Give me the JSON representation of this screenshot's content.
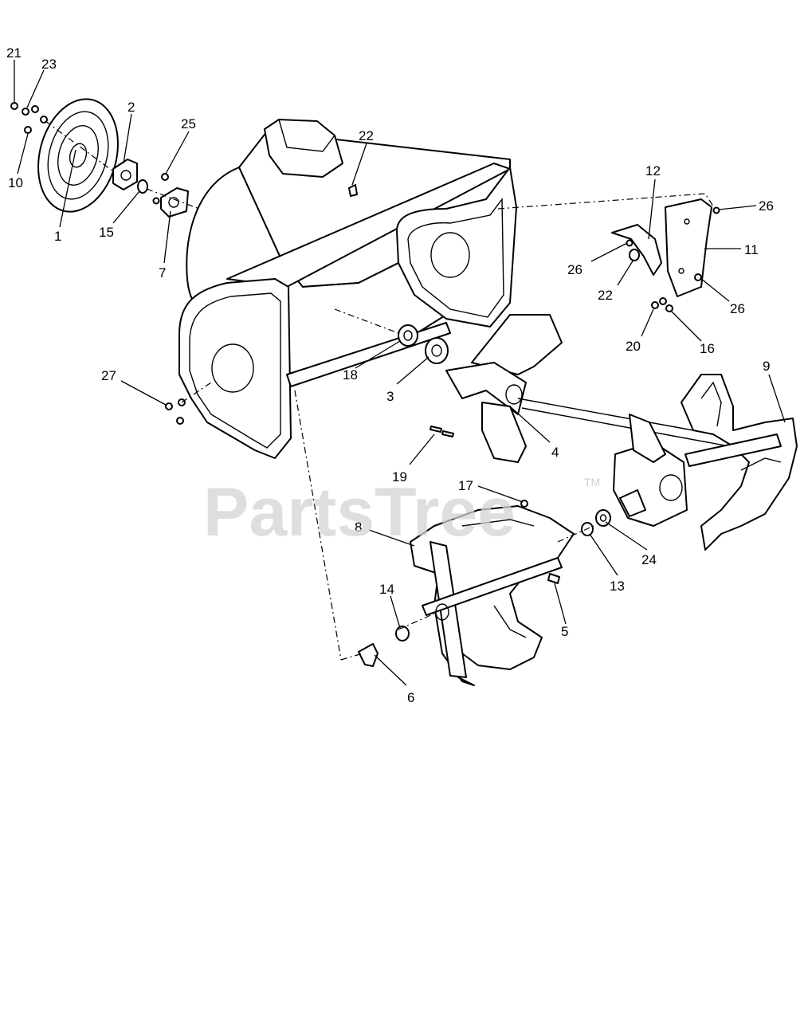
{
  "watermark": {
    "brand": "PartsTree",
    "trademark": "TM"
  },
  "callouts": [
    "1",
    "2",
    "3",
    "4",
    "5",
    "6",
    "7",
    "8",
    "9",
    "10",
    "11",
    "12",
    "13",
    "14",
    "15",
    "16",
    "17",
    "18",
    "19",
    "20",
    "21",
    "22",
    "23",
    "24",
    "25",
    "26",
    "27"
  ],
  "colors": {
    "line": "#000000",
    "background": "#ffffff",
    "watermark": "#d3d3d3"
  }
}
